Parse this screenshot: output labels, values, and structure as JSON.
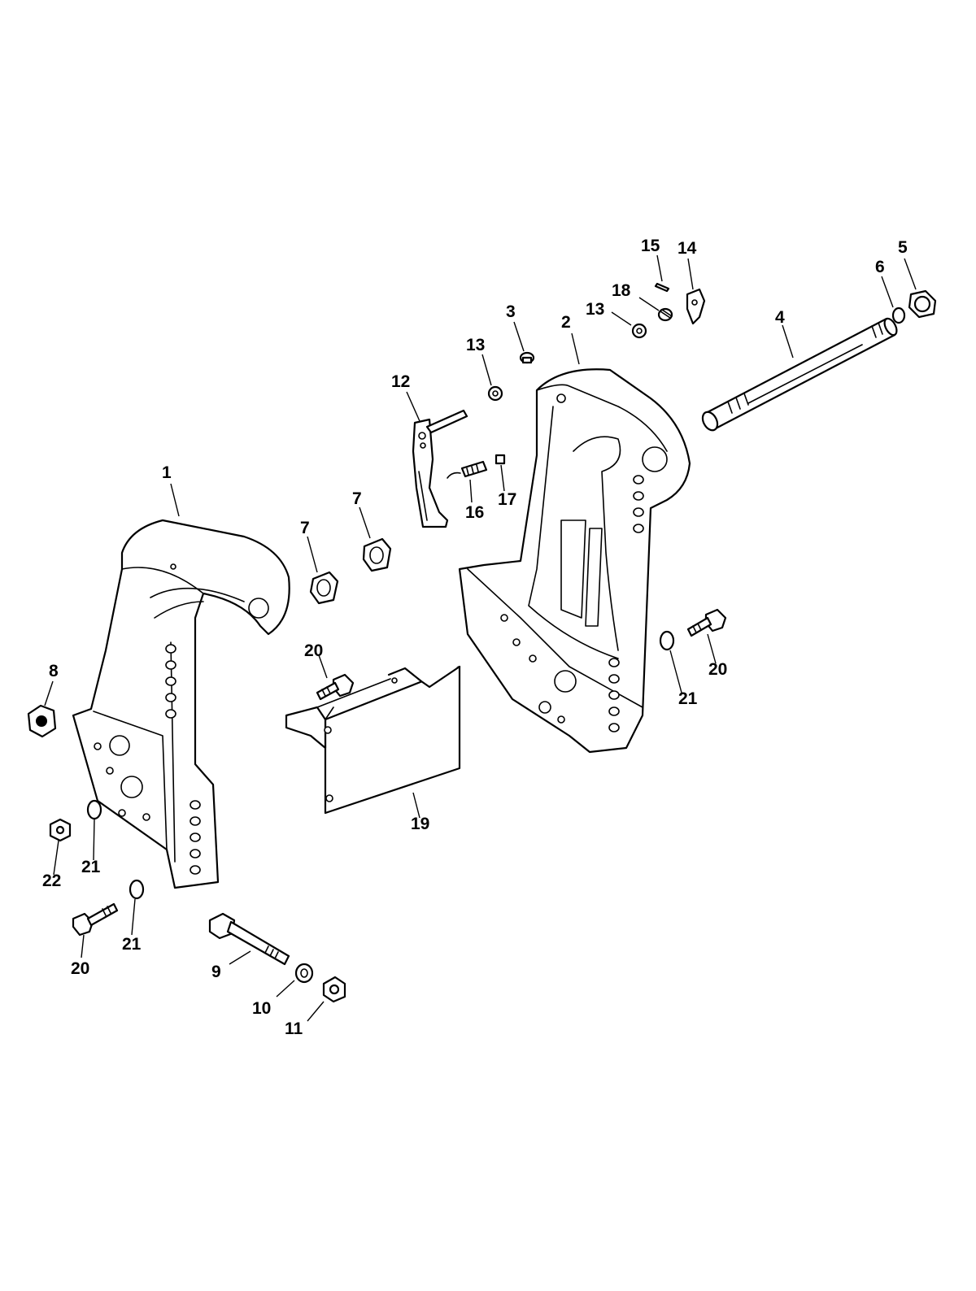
{
  "callouts": {
    "c1": "1",
    "c2": "2",
    "c3": "3",
    "c4": "4",
    "c5": "5",
    "c6": "6",
    "c7a": "7",
    "c7b": "7",
    "c8": "8",
    "c9": "9",
    "c10": "10",
    "c11": "11",
    "c12": "12",
    "c13a": "13",
    "c13b": "13",
    "c14": "14",
    "c15": "15",
    "c16": "16",
    "c17": "17",
    "c18": "18",
    "c19": "19",
    "c20a": "20",
    "c20b": "20",
    "c20c": "20",
    "c21a": "21",
    "c21b": "21",
    "c21c": "21",
    "c22": "22"
  }
}
